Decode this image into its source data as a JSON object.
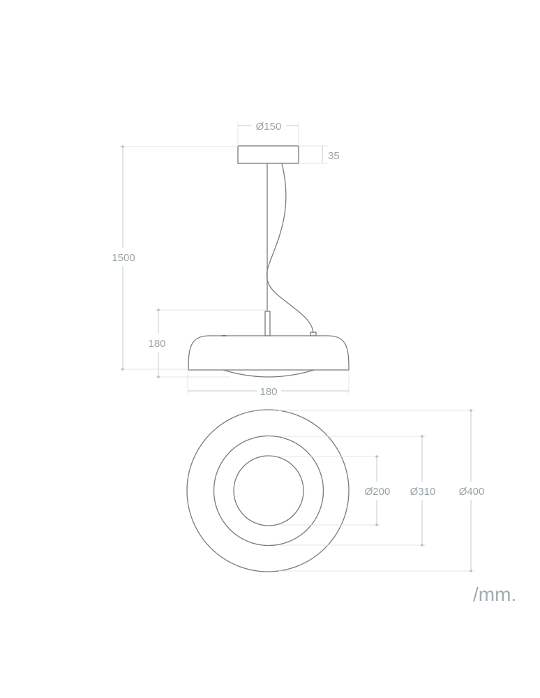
{
  "side_view": {
    "canopy_diameter": "Ø150",
    "canopy_height": "35",
    "total_height": "1500",
    "shade_height": "180",
    "shade_width": "180"
  },
  "top_view": {
    "inner_diameter": "Ø200",
    "middle_diameter": "Ø310",
    "outer_diameter": "Ø400"
  },
  "unit_label": "/mm.",
  "colors": {
    "outline": "#7a7a7a",
    "dimension": "#c4c9cc",
    "label": "#9aa4a8"
  }
}
